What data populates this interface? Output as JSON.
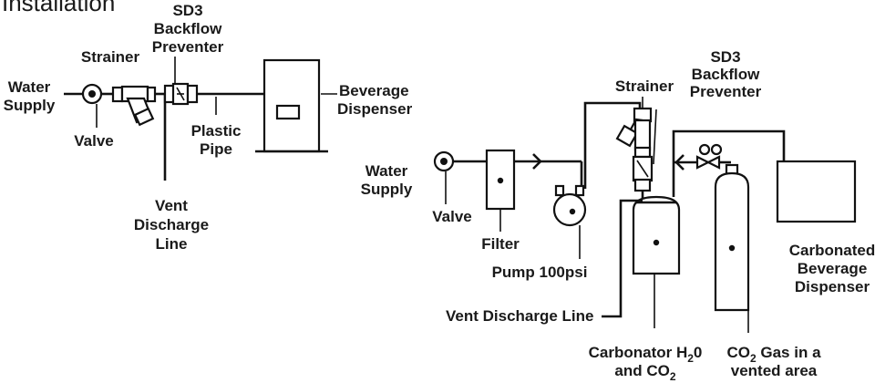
{
  "title": "Installation",
  "left": {
    "backflow_l1": "SD3",
    "backflow_l2": "Backflow",
    "backflow_l3": "Preventer",
    "strainer": "Strainer",
    "water_l1": "Water",
    "water_l2": "Supply",
    "valve": "Valve",
    "plastic_l1": "Plastic",
    "plastic_l2": "Pipe",
    "beverage_l1": "Beverage",
    "beverage_l2": "Dispenser",
    "vent_l1": "Vent",
    "vent_l2": "Discharge",
    "vent_l3": "Line"
  },
  "right": {
    "strainer": "Strainer",
    "backflow_l1": "SD3",
    "backflow_l2": "Backflow",
    "backflow_l3": "Preventer",
    "water_l1": "Water",
    "water_l2": "Supply",
    "valve": "Valve",
    "filter": "Filter",
    "pump": "Pump 100psi",
    "vent": "Vent Discharge Line",
    "carb_a": "Carbonator H",
    "carb_sub1": "2",
    "carb_b": "0",
    "carb_c": "and CO",
    "carb_sub2": "2",
    "co2_a": "CO",
    "co2_sub": "2",
    "co2_b": " Gas in a",
    "co2_c": "vented area",
    "disp_l1": "Carbonated",
    "disp_l2": "Beverage",
    "disp_l3": "Dispenser"
  }
}
